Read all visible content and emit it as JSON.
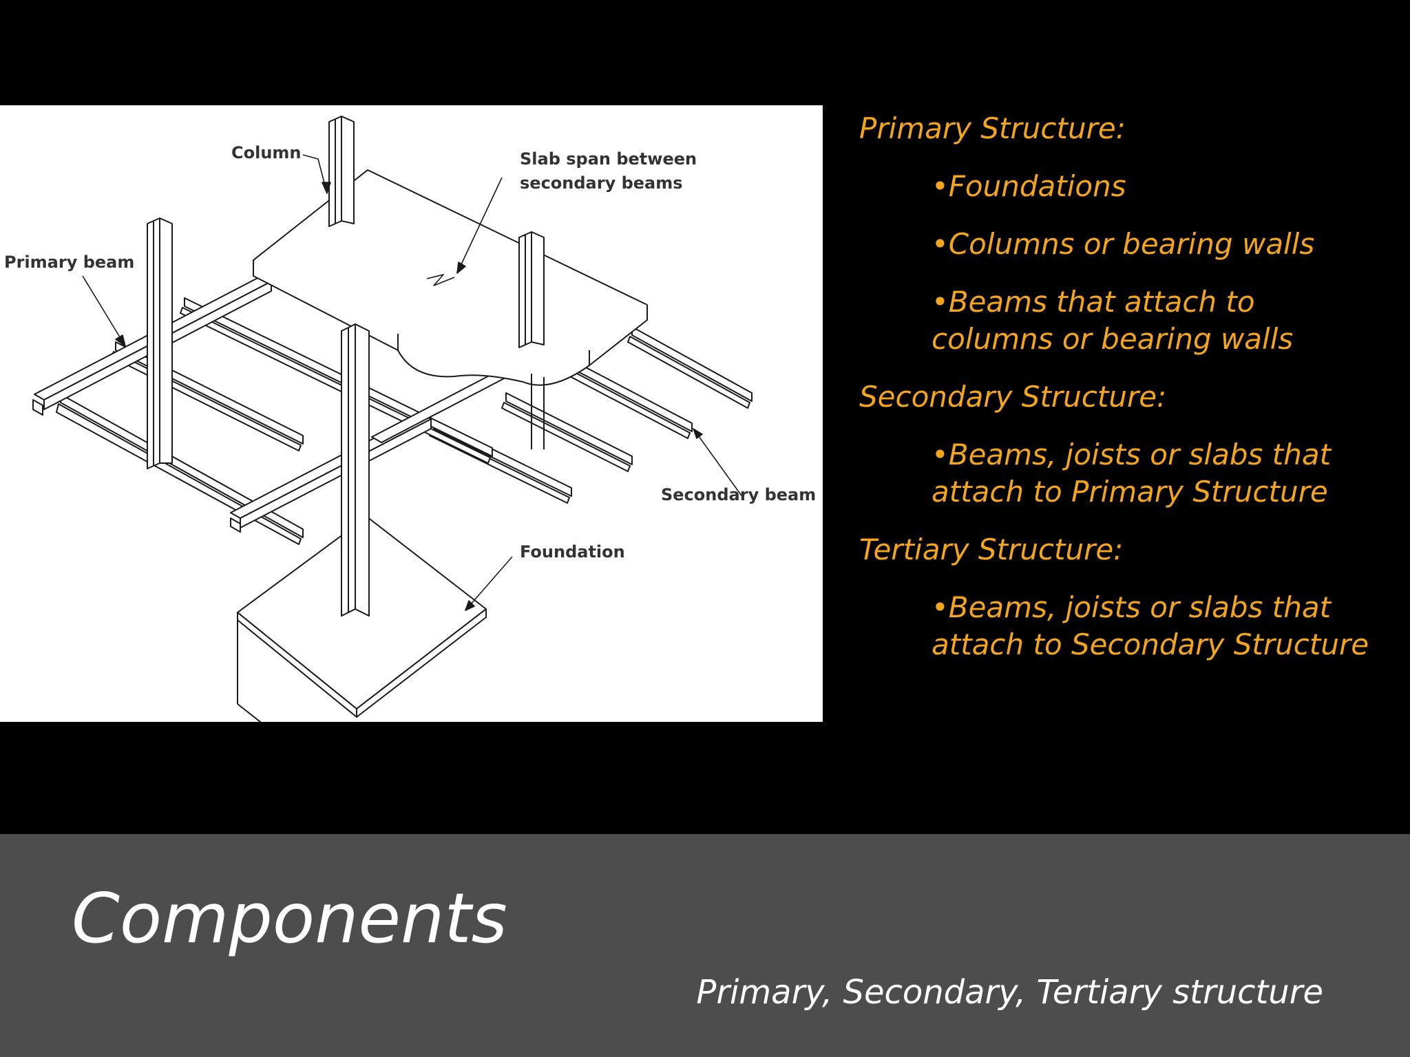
{
  "slide": {
    "title": "Components",
    "subtitle": "Primary, Secondary, Tertiary structure",
    "accent_color": "#f3a51c",
    "band_color": "#4d4d4e"
  },
  "figure": {
    "labels": {
      "column": "Column",
      "slab_line1": "Slab span between",
      "slab_line2": "secondary beams",
      "primary_beam": "Primary beam",
      "secondary_beam": "Secondary beam",
      "foundation": "Foundation"
    }
  },
  "outline": [
    {
      "level": 1,
      "text": "Primary Structure:"
    },
    {
      "level": 2,
      "text": "•Foundations"
    },
    {
      "level": 2,
      "text": "•Columns or bearing walls"
    },
    {
      "level": 2,
      "text": "•Beams that attach to columns or bearing walls"
    },
    {
      "level": 1,
      "text": "Secondary Structure:"
    },
    {
      "level": 2,
      "text": "•Beams, joists or slabs that attach to Primary Structure"
    },
    {
      "level": 1,
      "text": "Tertiary Structure:"
    },
    {
      "level": 2,
      "text": "•Beams, joists or slabs that attach to Secondary Structure"
    }
  ]
}
